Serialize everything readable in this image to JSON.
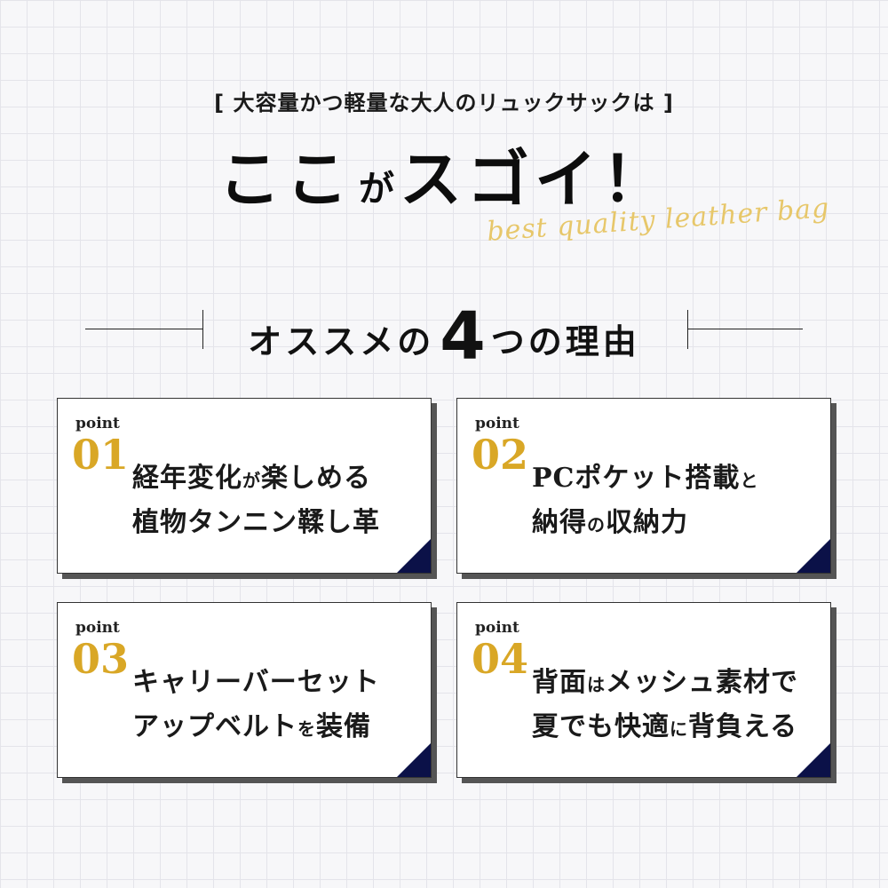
{
  "header": {
    "subtitle": "[ 大容量かつ軽量な大人のリュックサックは ]",
    "headline_a": "ここ",
    "headline_b": "が",
    "headline_c": "スゴイ！",
    "script_text": "best quality leather bag"
  },
  "reasons": {
    "title_a": "オススメの",
    "title_num": "4",
    "title_b": "つの理由"
  },
  "cards": [
    {
      "point_label": "point",
      "number": "01",
      "line1_a": "経年変化",
      "line1_b": "が",
      "line1_c": "楽しめる",
      "line2_a": "植物タンニン鞣し革",
      "line2_b": "",
      "line2_c": ""
    },
    {
      "point_label": "point",
      "number": "02",
      "line1_a": "PCポケット搭載",
      "line1_b": "と",
      "line1_c": "",
      "line2_a": "納得",
      "line2_b": "の",
      "line2_c": "収納力"
    },
    {
      "point_label": "point",
      "number": "03",
      "line1_a": "キャリーバーセット",
      "line1_b": "",
      "line1_c": "",
      "line2_a": "アップベルト",
      "line2_b": "を",
      "line2_c": "装備"
    },
    {
      "point_label": "point",
      "number": "04",
      "line1_a": "背面",
      "line1_b": "は",
      "line1_c": "メッシュ素材で",
      "line2_a": "夏でも快適",
      "line2_b": "に",
      "line2_c": "背負える"
    }
  ],
  "colors": {
    "accent_gold": "#d9a726",
    "corner_navy": "#0b1148",
    "script_gold": "#e7c76a"
  }
}
